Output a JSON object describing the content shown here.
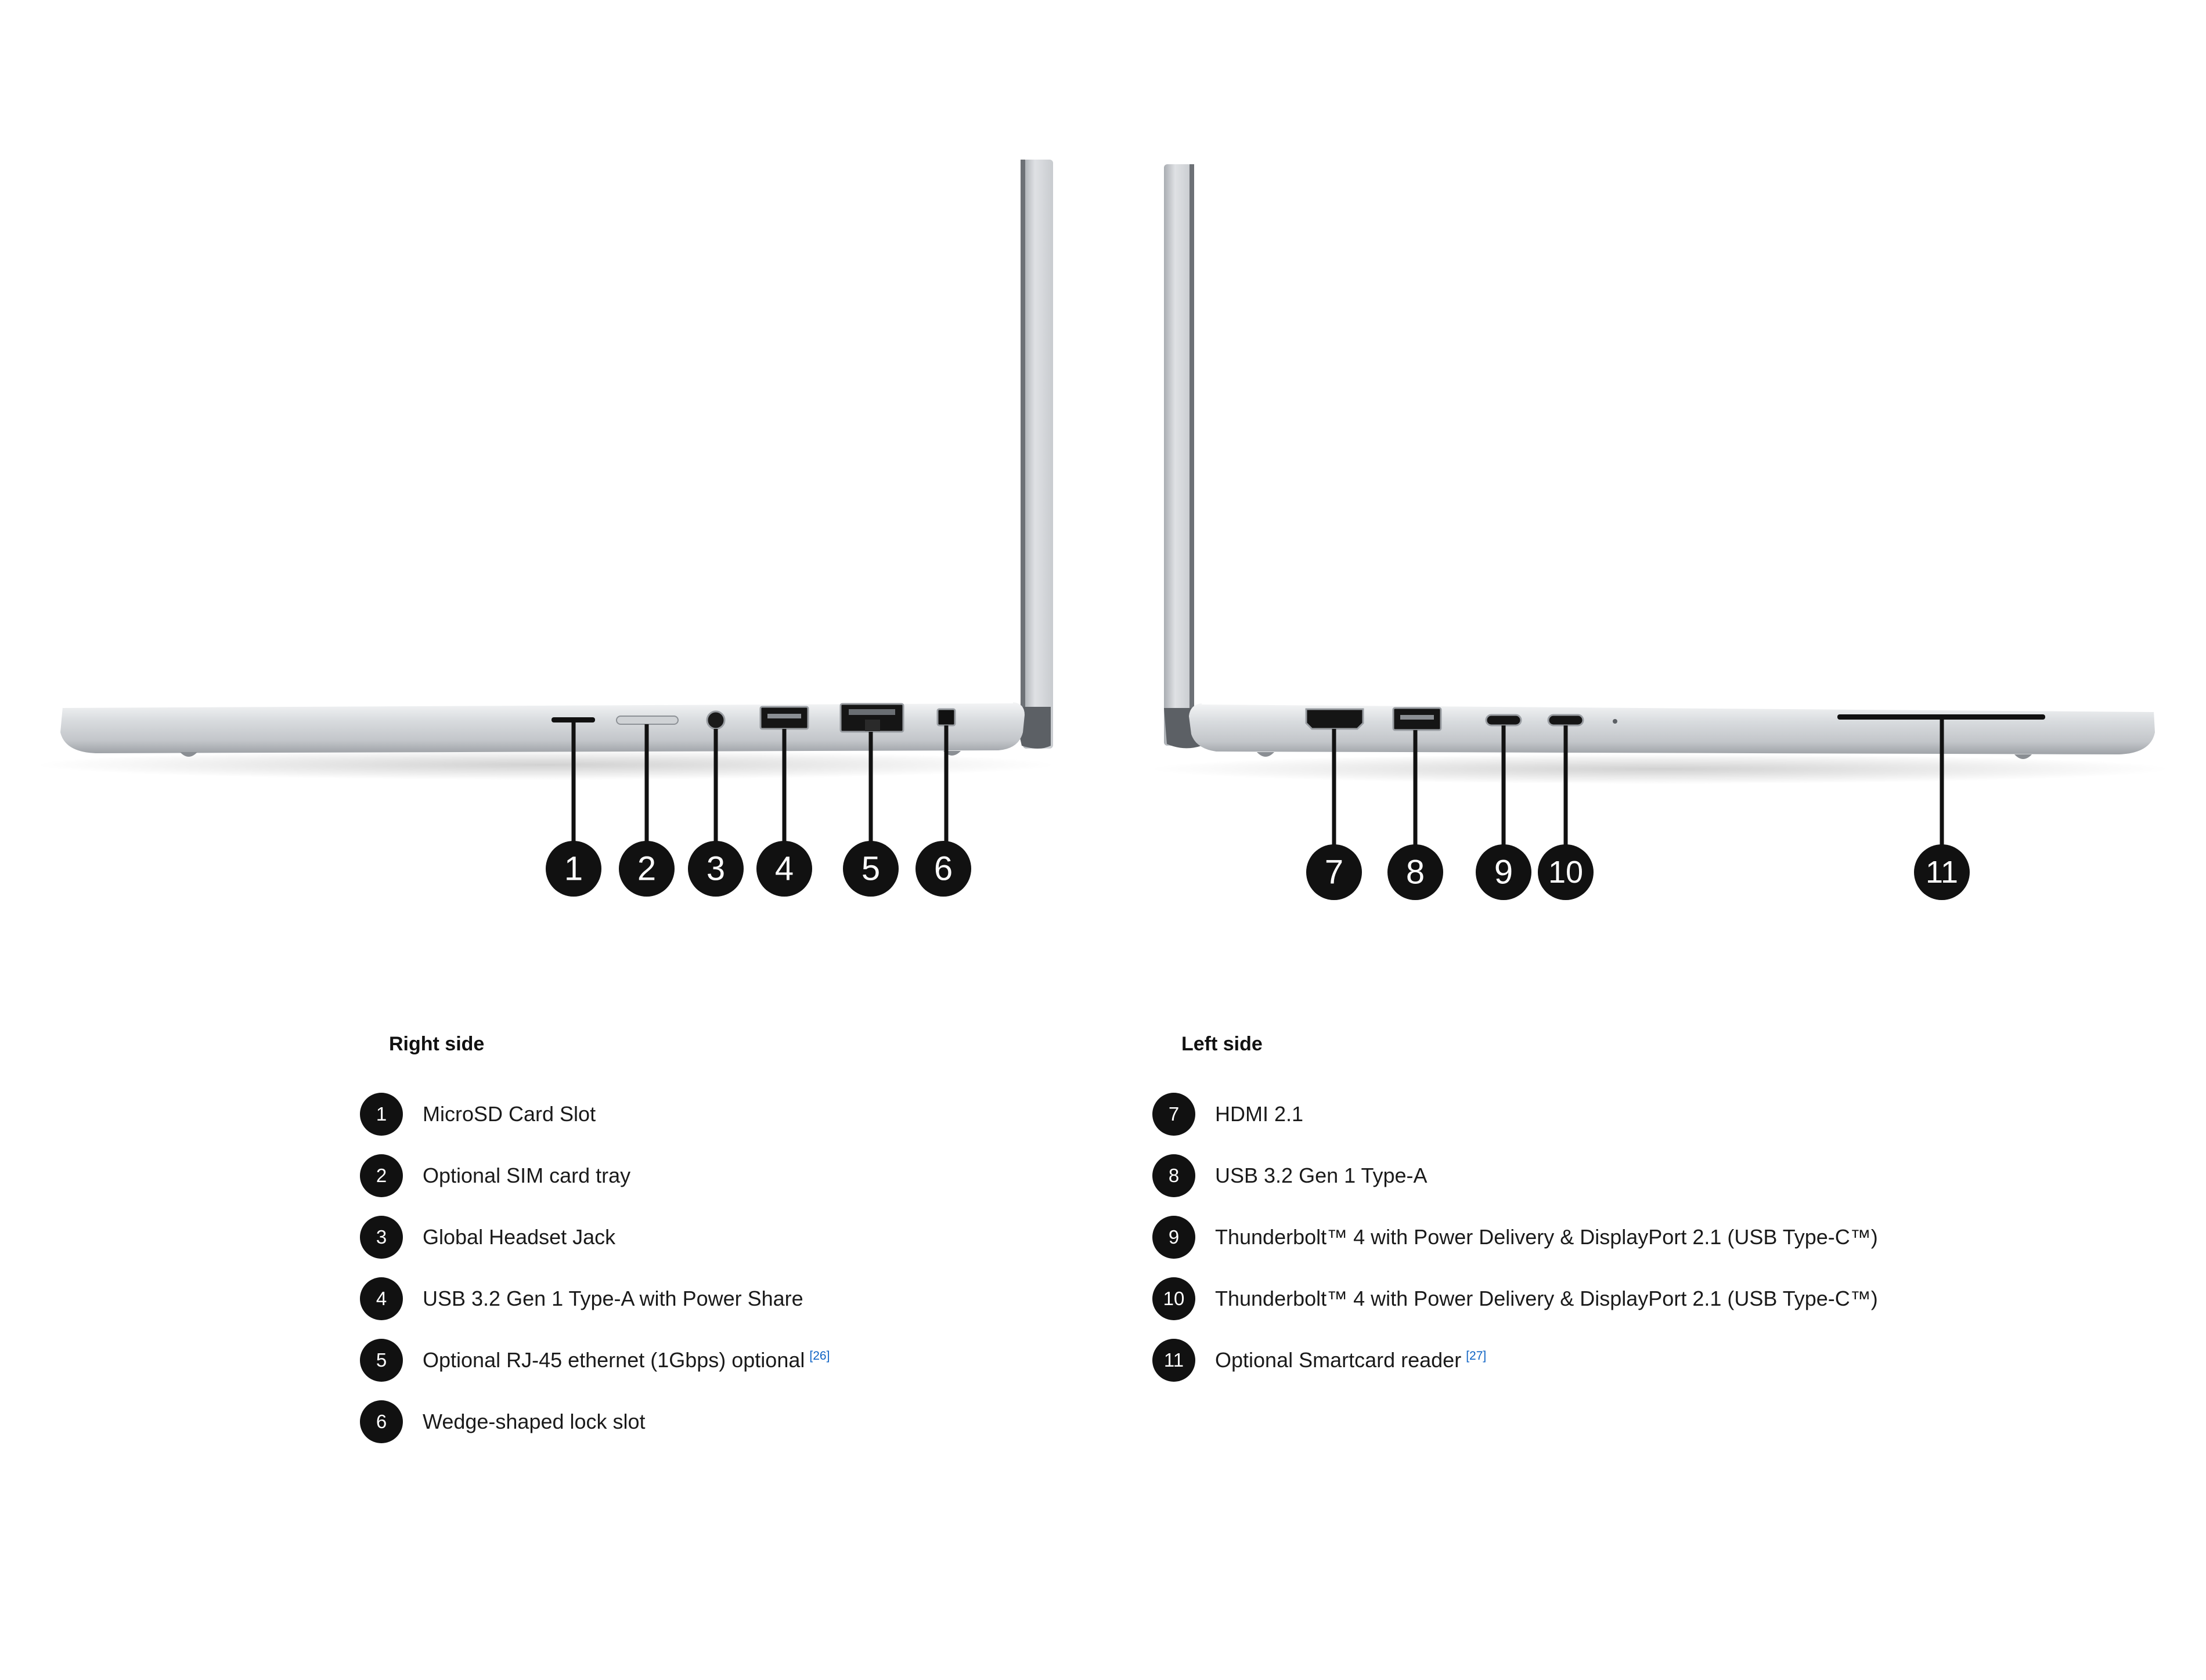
{
  "diagram": {
    "callouts_right_side": [
      "1",
      "2",
      "3",
      "4",
      "5",
      "6"
    ],
    "callouts_left_side": [
      "7",
      "8",
      "9",
      "10",
      "11"
    ]
  },
  "legend": {
    "right": {
      "title": "Right side",
      "items": [
        {
          "num": "1",
          "label": "MicroSD Card Slot",
          "ref": ""
        },
        {
          "num": "2",
          "label": "Optional SIM card tray",
          "ref": ""
        },
        {
          "num": "3",
          "label": "Global Headset Jack",
          "ref": ""
        },
        {
          "num": "4",
          "label": "USB 3.2 Gen 1 Type-A with Power Share",
          "ref": ""
        },
        {
          "num": "5",
          "label": "Optional RJ-45 ethernet (1Gbps) optional",
          "ref": "[26]"
        },
        {
          "num": "6",
          "label": "Wedge-shaped lock slot",
          "ref": ""
        }
      ]
    },
    "left": {
      "title": "Left side",
      "items": [
        {
          "num": "7",
          "label": "HDMI 2.1",
          "ref": ""
        },
        {
          "num": "8",
          "label": "USB 3.2 Gen 1 Type-A",
          "ref": ""
        },
        {
          "num": "9",
          "label": "Thunderbolt™ 4 with Power Delivery & DisplayPort 2.1 (USB Type-C™)",
          "ref": ""
        },
        {
          "num": "10",
          "label": "Thunderbolt™ 4 with Power Delivery & DisplayPort 2.1 (USB Type-C™)",
          "ref": ""
        },
        {
          "num": "11",
          "label": "Optional Smartcard reader",
          "ref": "[27]"
        }
      ]
    }
  }
}
